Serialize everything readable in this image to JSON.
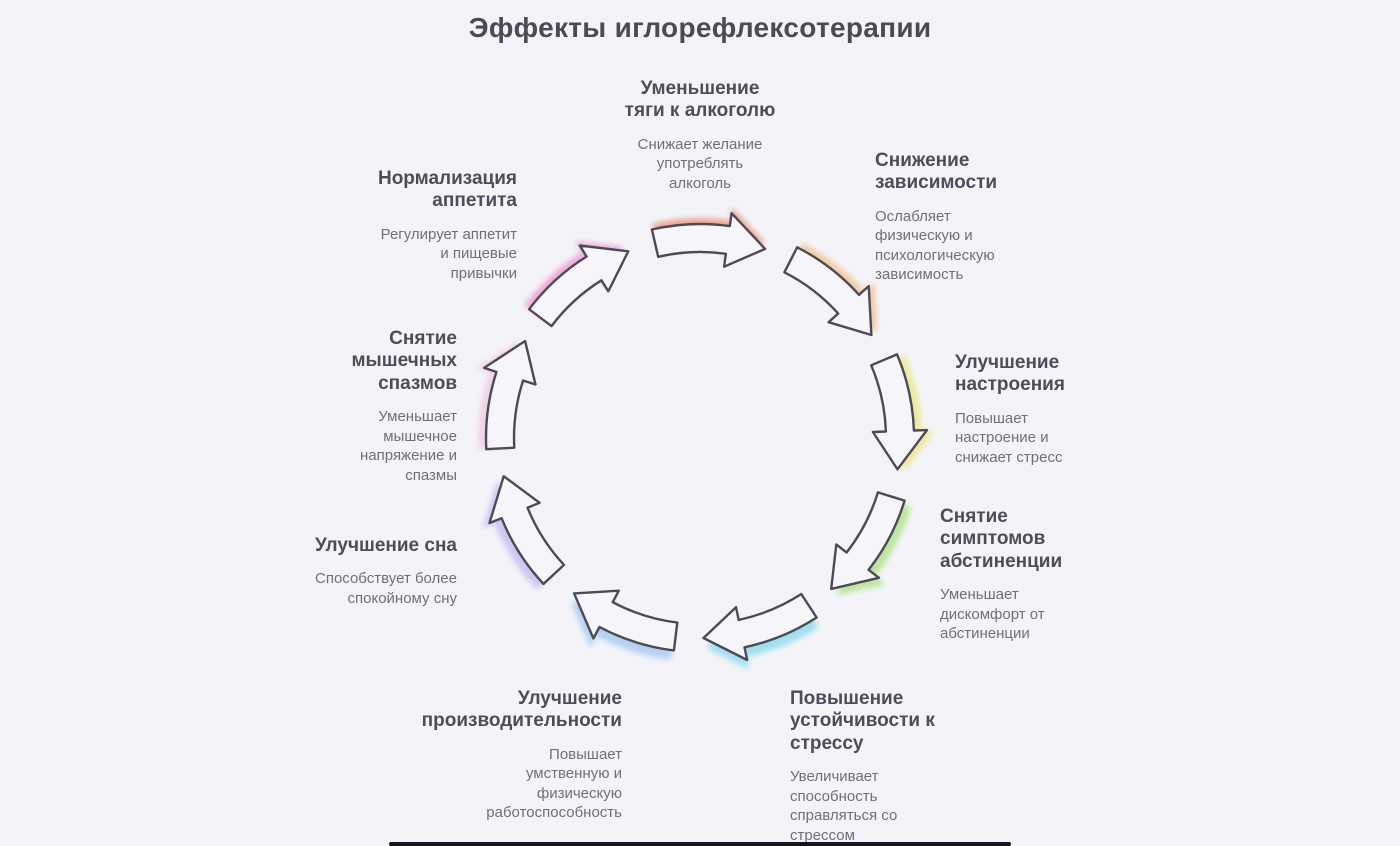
{
  "title": "Эффекты иглорефлексотерапии",
  "nodes": [
    {
      "title": "Уменьшение\nтяги к алкоголю",
      "desc": "Снижает желание\nупотреблять\nалкоголь"
    },
    {
      "title": "Снижение\nзависимости",
      "desc": "Ослабляет\nфизическую и\nпсихологическую\nзависимость"
    },
    {
      "title": "Улучшение\nнастроения",
      "desc": "Повышает\nнастроение и\nснижает стресс"
    },
    {
      "title": "Снятие\nсимптомов\nабстиненции",
      "desc": "Уменьшает\nдискомфорт от\nабстиненции"
    },
    {
      "title": "Повышение\nустойчивости к\nстрессу",
      "desc": "Увеличивает\nспособность\nсправляться со\nстрессом"
    },
    {
      "title": "Улучшение\nпроизводительности",
      "desc": "Повышает\nумственную и\nфизическую\nработоспособность"
    },
    {
      "title": "Улучшение сна",
      "desc": "Способствует более\nспокойному сну"
    },
    {
      "title": "Снятие\nмышечных\nспазмов",
      "desc": "Уменьшает\nмышечное\nнапряжение и\nспазмы"
    },
    {
      "title": "Нормализация\nаппетита",
      "desc": "Регулирует аппетит\nи пищевые\nпривычки"
    }
  ],
  "arrows": [
    {
      "name": "arrow-salmon",
      "color": "#ec9a86"
    },
    {
      "name": "arrow-peach",
      "color": "#f1c392"
    },
    {
      "name": "arrow-yellow",
      "color": "#efe78c"
    },
    {
      "name": "arrow-green",
      "color": "#b4e38d"
    },
    {
      "name": "arrow-cyan",
      "color": "#94dcee"
    },
    {
      "name": "arrow-blue",
      "color": "#aacaf2"
    },
    {
      "name": "arrow-lavender",
      "color": "#c8bff0"
    },
    {
      "name": "arrow-pale-pink",
      "color": "#f2cde4"
    },
    {
      "name": "arrow-pink",
      "color": "#ef9ed3"
    }
  ],
  "colors": {
    "background": "#f4f4f8",
    "heading": "#4d4d5a",
    "body_text": "#6f6f7a",
    "outline": "#4b4b58",
    "arrow_fill": "#f6f6fa"
  }
}
